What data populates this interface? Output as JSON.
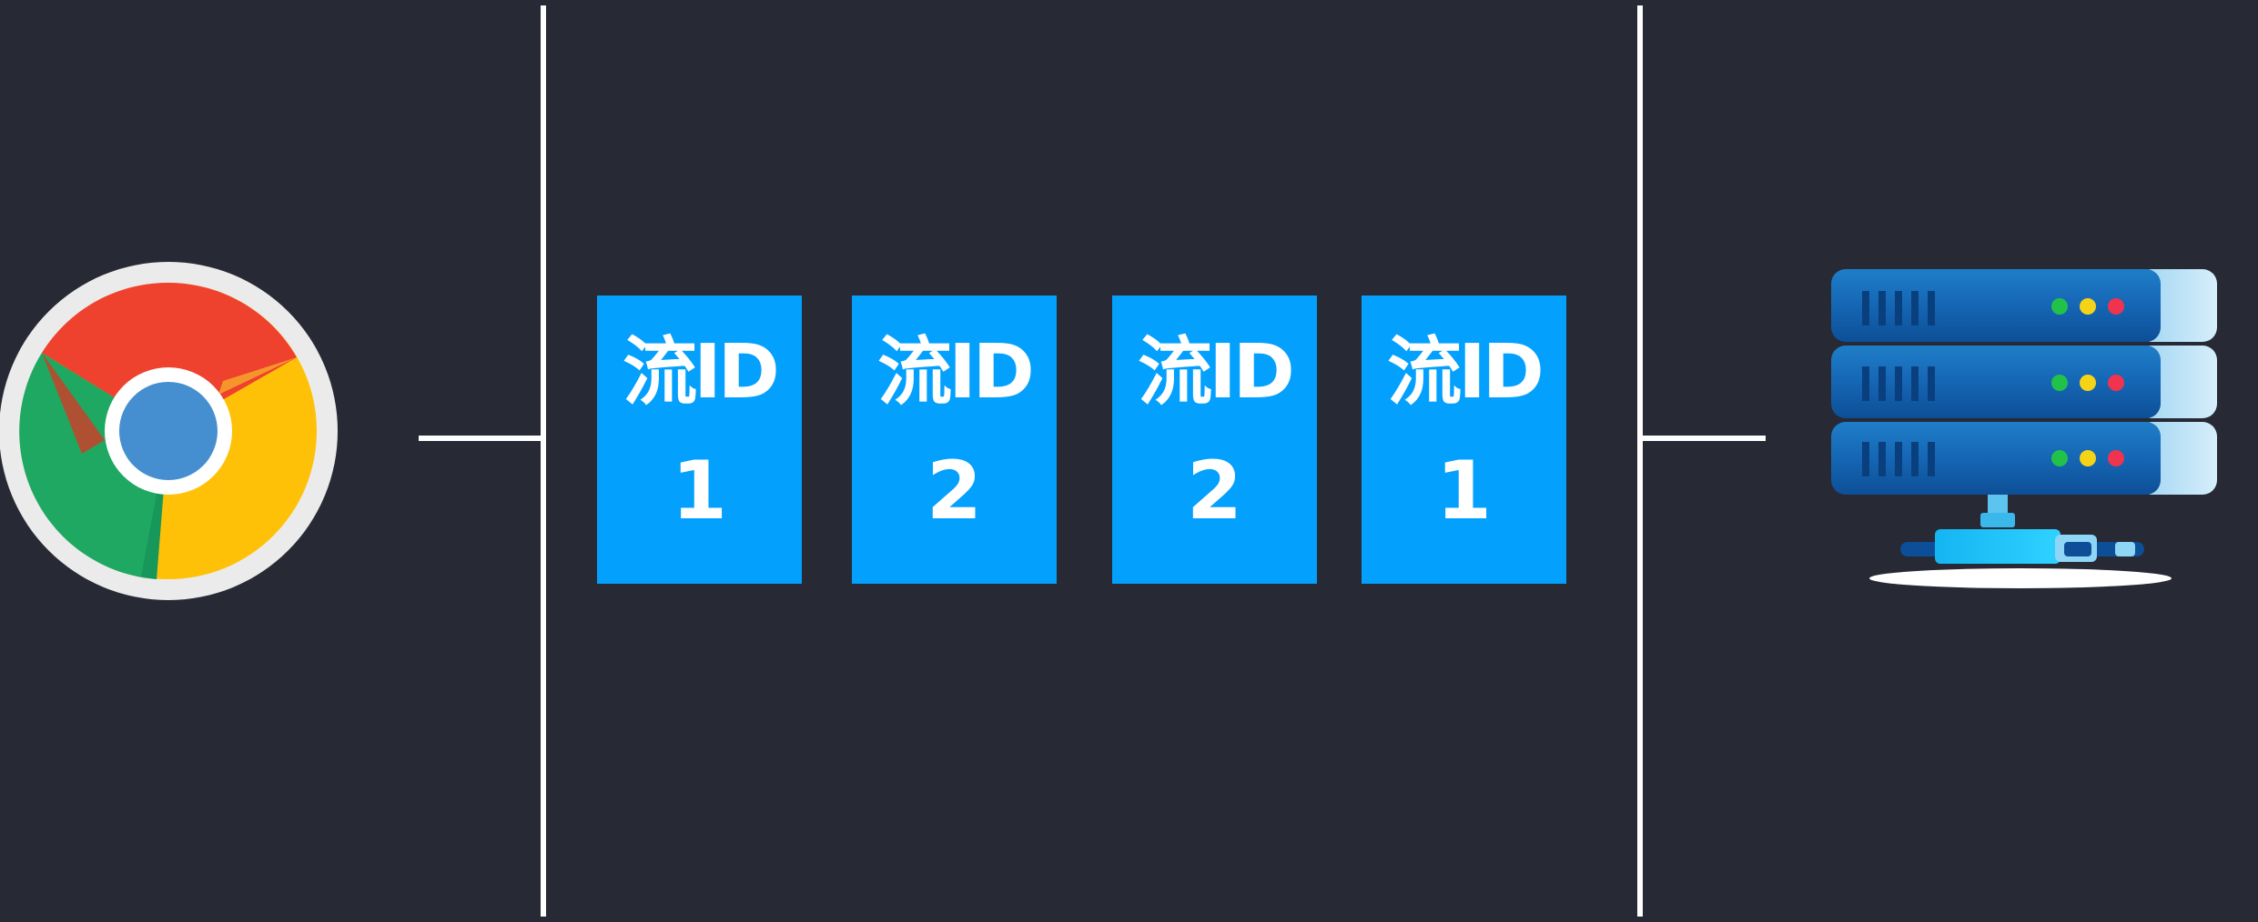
{
  "frames": [
    {
      "label": "流ID",
      "stream_id": "1"
    },
    {
      "label": "流ID",
      "stream_id": "2"
    },
    {
      "label": "流ID",
      "stream_id": "2"
    },
    {
      "label": "流ID",
      "stream_id": "1"
    }
  ],
  "icons": {
    "client": "chrome-browser-icon",
    "server": "server-rack-icon"
  },
  "colors": {
    "background": "#272935",
    "frame": "#03a0fd",
    "frame_text": "#ffffff",
    "line": "#ffffff"
  }
}
